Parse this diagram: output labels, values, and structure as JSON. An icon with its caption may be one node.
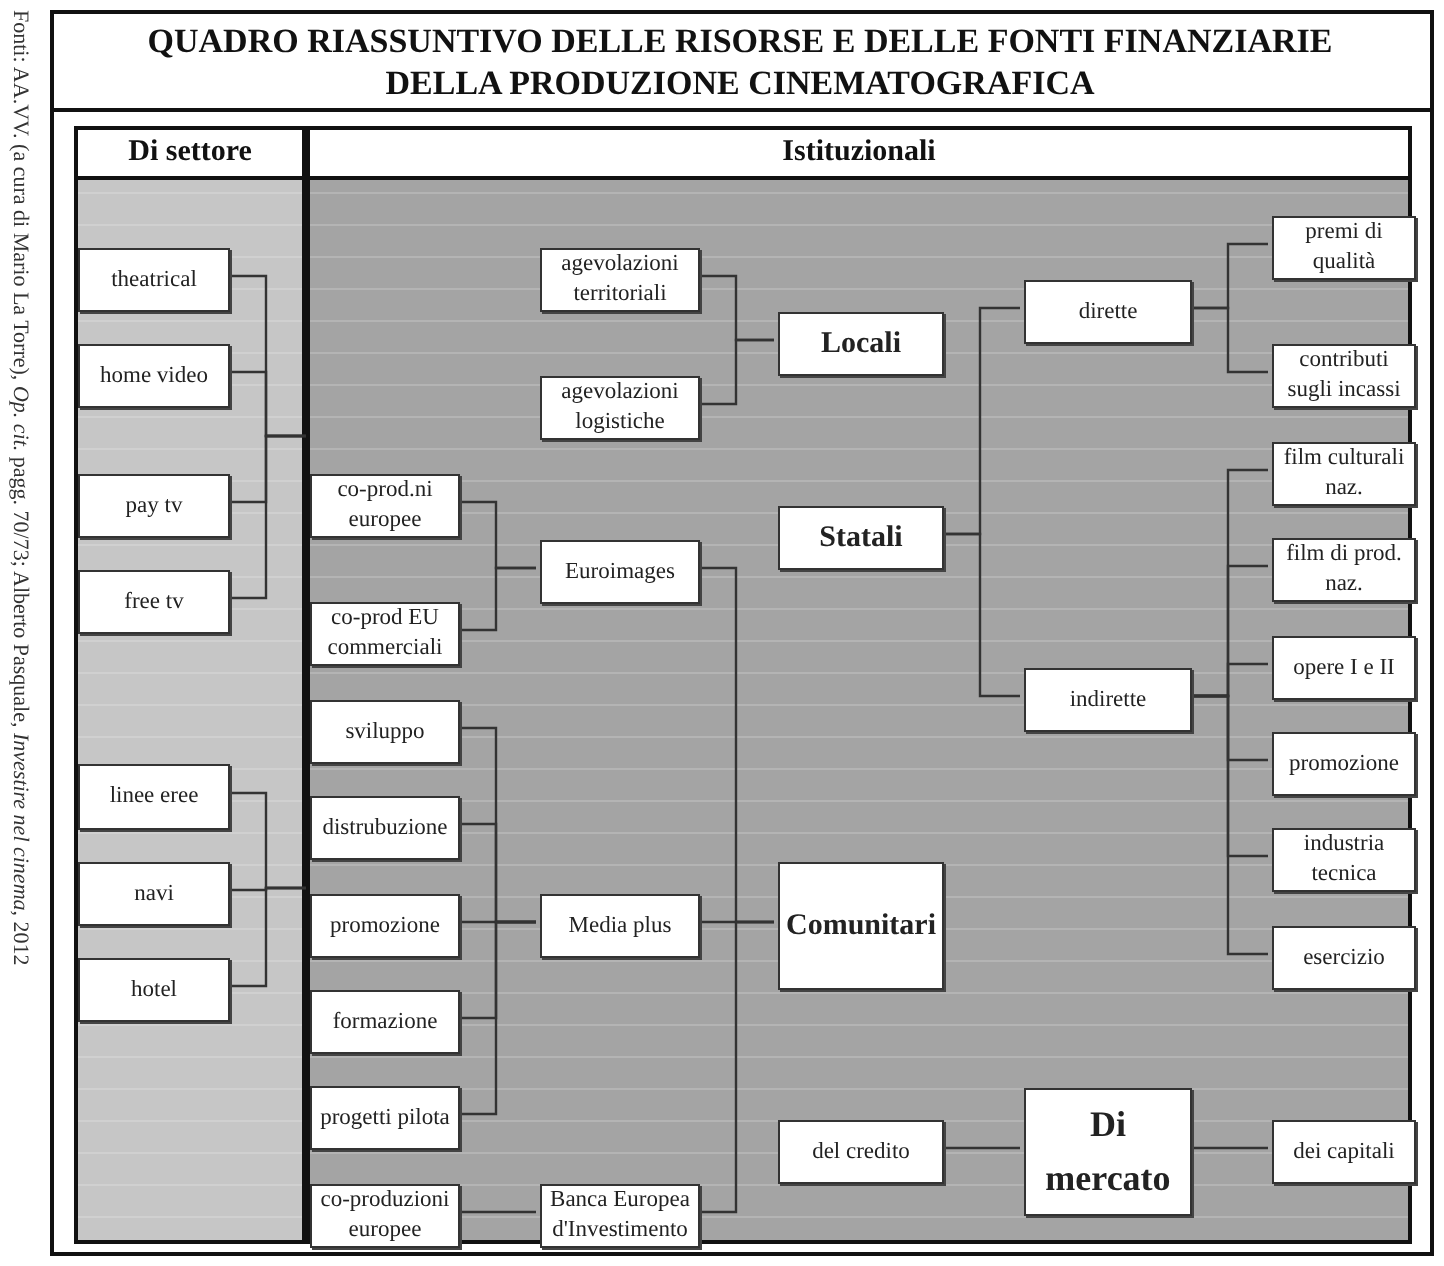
{
  "diagram": {
    "title": "QUADRO RIASSUNTIVO DELLE RISORSE E DELLE FONTI FINANZIARIE DELLA PRODUZIONE CINEMATOGRAFICA",
    "caption": "Fonti: AA.VV. (a cura di Mario La Torre), *Op. cit.* pagg. 70/73; Alberto Pasquale, *Investire nel cinema*, 2012",
    "nodes": [
      {
        "text": [
          "Di settore"
        ]
      },
      {
        "text": [
          "Istituzionali"
        ]
      },
      {
        "text": [
          "theatrical"
        ],
        "in": 0
      },
      {
        "text": [
          "home video"
        ],
        "in": 0
      },
      {
        "text": [
          "pay tv"
        ],
        "in": 0
      },
      {
        "text": [
          "free tv"
        ],
        "in": 0
      },
      {
        "text": [
          "linee eree"
        ],
        "in": 0
      },
      {
        "text": [
          "navi"
        ],
        "in": 0
      },
      {
        "text": [
          "hotel"
        ],
        "in": 0
      },
      {
        "text": [
          "agevolazioni territoriali"
        ],
        "in": 1
      },
      {
        "text": [
          "agevolazioni logistiche"
        ],
        "in": 1
      },
      {
        "text": [
          "co-prod.ni europee"
        ],
        "in": 1
      },
      {
        "text": [
          "co-prod EU commerciali"
        ],
        "in": 1
      },
      {
        "text": [
          "Euroimages"
        ],
        "in": 1
      },
      {
        "text": [
          "sviluppo"
        ],
        "in": 1
      },
      {
        "text": [
          "distrubuzione"
        ],
        "in": 1
      },
      {
        "text": [
          "promozione"
        ],
        "in": 1
      },
      {
        "text": [
          "formazione"
        ],
        "in": 1
      },
      {
        "text": [
          "progetti pilota"
        ],
        "in": 1
      },
      {
        "text": [
          "Media plus"
        ],
        "in": 1
      },
      {
        "text": [
          "co-produzioni europee"
        ],
        "in": 1
      },
      {
        "text": [
          "Banca Europea d'Investimento"
        ],
        "in": 1
      },
      {
        "text": [
          "Locali"
        ],
        "in": 1
      },
      {
        "text": [
          "Statali"
        ],
        "in": 1
      },
      {
        "text": [
          "Comunitari"
        ],
        "in": 1
      },
      {
        "text": [
          "del credito"
        ],
        "in": 1
      },
      {
        "text": [
          "Di mercato"
        ],
        "in": 1
      },
      {
        "text": [
          "dirette"
        ],
        "in": 1
      },
      {
        "text": [
          "indirette"
        ],
        "in": 1
      },
      {
        "text": [
          "dei capitali"
        ],
        "in": 1
      },
      {
        "text": [
          "premi di qualità"
        ],
        "in": 1
      },
      {
        "text": [
          "contributi sugli incassi"
        ],
        "in": 1
      },
      {
        "text": [
          "film culturali naz."
        ],
        "in": 1
      },
      {
        "text": [
          "film di prod. naz."
        ],
        "in": 1
      },
      {
        "text": [
          "opere  I e II"
        ],
        "in": 1
      },
      {
        "text": [
          "promozione"
        ],
        "in": 1
      },
      {
        "text": [
          "industria tecnica"
        ],
        "in": 1
      },
      {
        "text": [
          "esercizio"
        ],
        "in": 1
      }
    ],
    "edges": [
      {
        "from": 2,
        "to": 1,
        "arrow": "none"
      },
      {
        "from": 3,
        "to": 1,
        "arrow": "none"
      },
      {
        "from": 4,
        "to": 1,
        "arrow": "none"
      },
      {
        "from": 5,
        "to": 1,
        "arrow": "none"
      },
      {
        "from": 6,
        "to": 1,
        "arrow": "none"
      },
      {
        "from": 7,
        "to": 1,
        "arrow": "none"
      },
      {
        "from": 8,
        "to": 1,
        "arrow": "none"
      },
      {
        "from": 11,
        "to": 13,
        "arrow": "none"
      },
      {
        "from": 12,
        "to": 13,
        "arrow": "none"
      },
      {
        "from": 14,
        "to": 19,
        "arrow": "none"
      },
      {
        "from": 15,
        "to": 19,
        "arrow": "none"
      },
      {
        "from": 16,
        "to": 19,
        "arrow": "none"
      },
      {
        "from": 17,
        "to": 19,
        "arrow": "none"
      },
      {
        "from": 18,
        "to": 19,
        "arrow": "none"
      },
      {
        "from": 20,
        "to": 21,
        "arrow": "none"
      },
      {
        "from": 9,
        "to": 22,
        "arrow": "none"
      },
      {
        "from": 10,
        "to": 22,
        "arrow": "none"
      },
      {
        "from": 13,
        "to": 24,
        "arrow": "none"
      },
      {
        "from": 19,
        "to": 24,
        "arrow": "none"
      },
      {
        "from": 21,
        "to": 24,
        "arrow": "none"
      },
      {
        "from": 23,
        "to": 27,
        "arrow": "none"
      },
      {
        "from": 23,
        "to": 28,
        "arrow": "none"
      },
      {
        "from": 27,
        "to": 30,
        "arrow": "none"
      },
      {
        "from": 27,
        "to": 31,
        "arrow": "none"
      },
      {
        "from": 28,
        "to": 32,
        "arrow": "none"
      },
      {
        "from": 28,
        "to": 33,
        "arrow": "none"
      },
      {
        "from": 28,
        "to": 34,
        "arrow": "none"
      },
      {
        "from": 28,
        "to": 35,
        "arrow": "none"
      },
      {
        "from": 28,
        "to": 36,
        "arrow": "none"
      },
      {
        "from": 28,
        "to": 37,
        "arrow": "none"
      },
      {
        "from": 25,
        "to": 26,
        "arrow": "none"
      },
      {
        "from": 26,
        "to": 29,
        "arrow": "none"
      }
    ]
  }
}
